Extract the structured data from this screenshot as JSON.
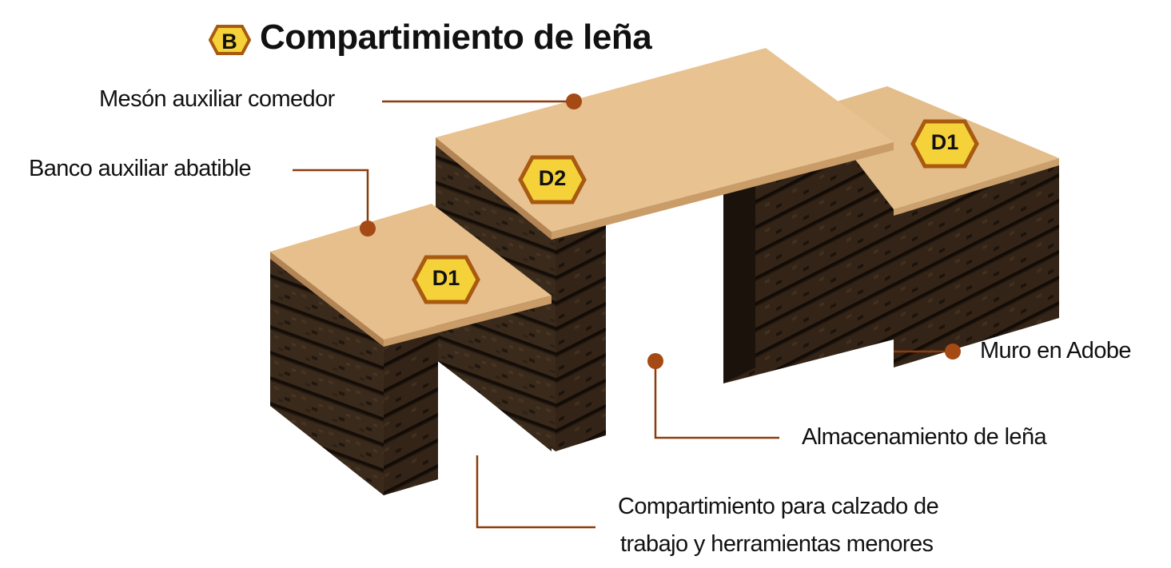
{
  "title": {
    "badge": "B",
    "text": "Compartimiento de leña"
  },
  "labels": {
    "meson": "Mesón auxiliar comedor",
    "banco": "Banco auxiliar abatible",
    "muro": "Muro en Adobe",
    "almacenamiento": "Almacenamiento de leña",
    "compartimiento_line1": "Compartimiento para calzado de",
    "compartimiento_line2": "trabajo y herramientas menores"
  },
  "badges": {
    "d1_left": "D1",
    "d2": "D2",
    "d1_right": "D1"
  },
  "colors": {
    "leader": "#8a3c0c",
    "dot": "#a54a14",
    "badge_fill": "#f5d23a",
    "badge_border": "#a85a10",
    "wood_top": "#e6bf8c",
    "adobe": "#2b1f14"
  }
}
